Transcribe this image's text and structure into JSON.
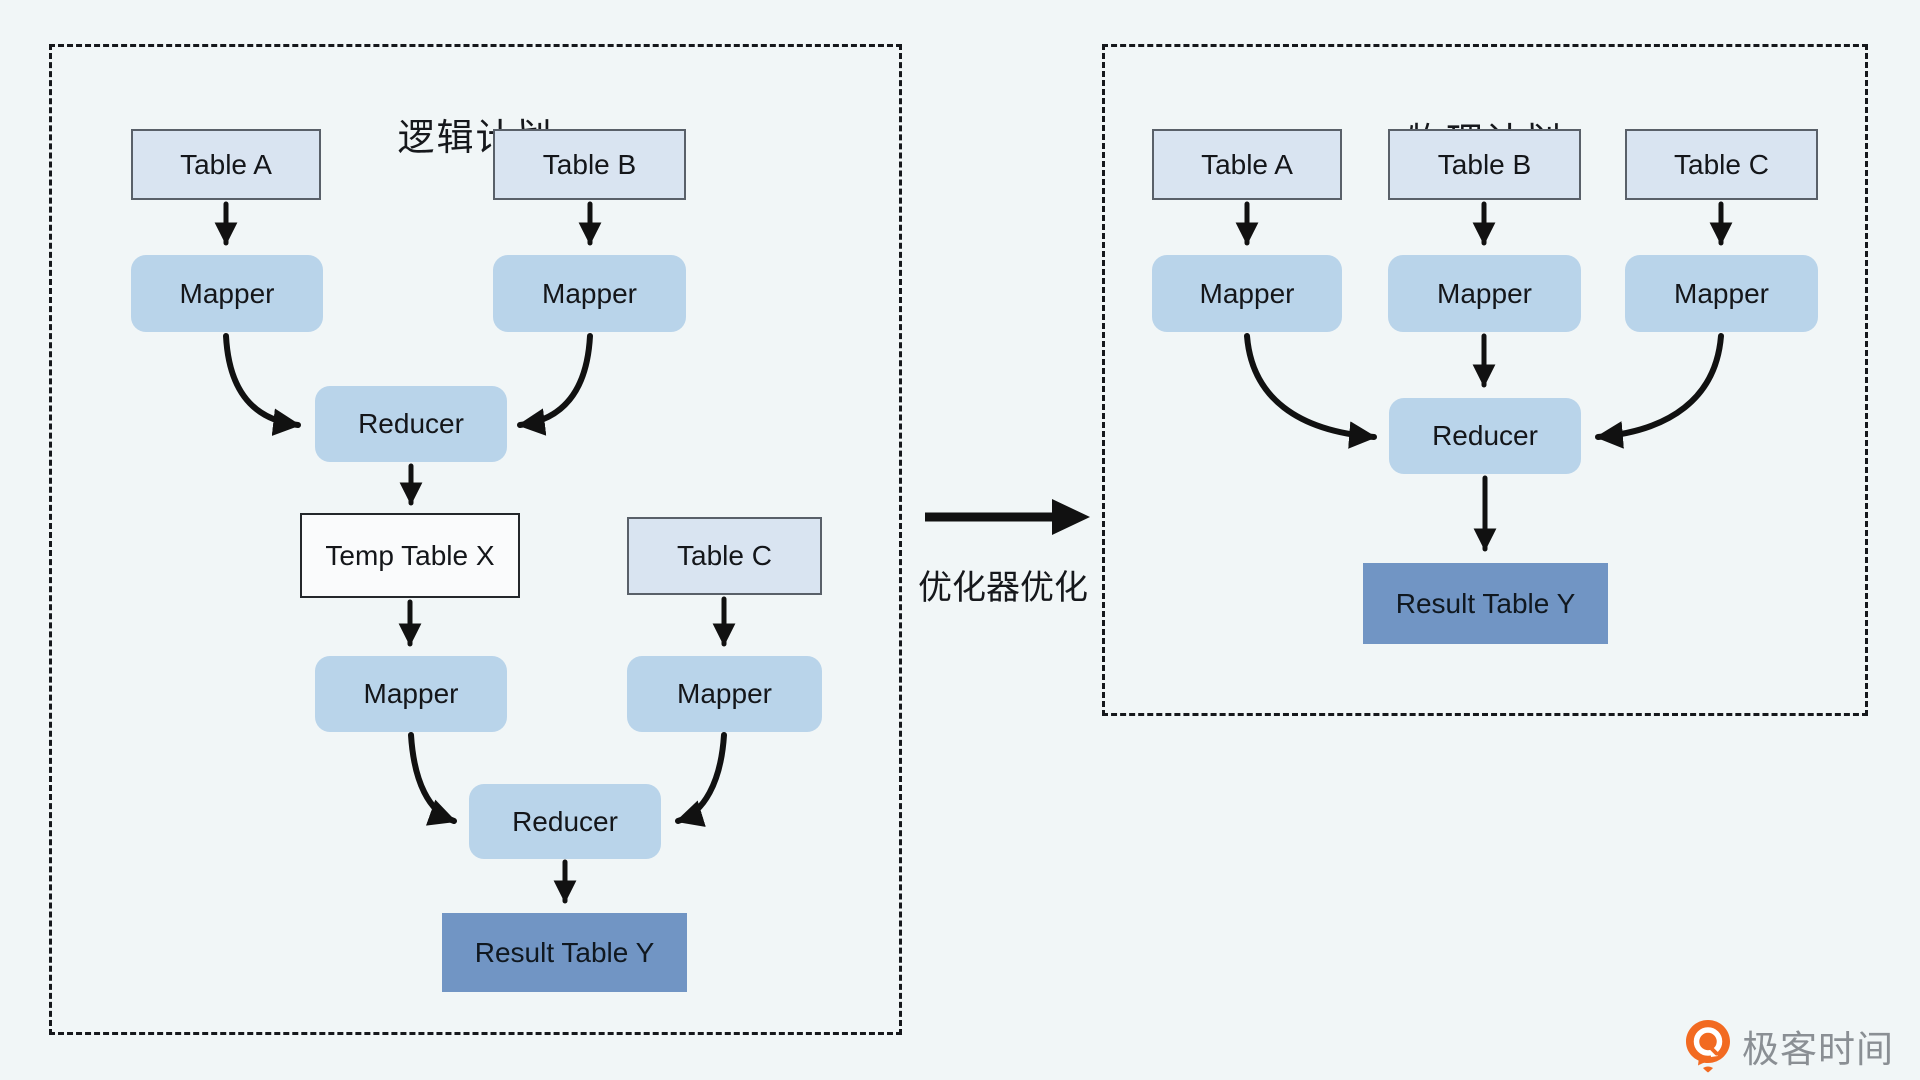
{
  "diagram": {
    "left_panel": {
      "title": "逻辑计划"
    },
    "right_panel": {
      "title": "物理计划"
    },
    "transform_label": "优化器优化",
    "nodes": [
      {
        "label": "Table A",
        "kind": "table",
        "panel": "logical"
      },
      {
        "label": "Table B",
        "kind": "table",
        "panel": "logical"
      },
      {
        "label": "Mapper",
        "kind": "operator",
        "panel": "logical"
      },
      {
        "label": "Mapper",
        "kind": "operator",
        "panel": "logical"
      },
      {
        "label": "Reducer",
        "kind": "operator",
        "panel": "logical"
      },
      {
        "label": "Temp Table X",
        "kind": "temp-table",
        "panel": "logical"
      },
      {
        "label": "Table C",
        "kind": "table",
        "panel": "logical"
      },
      {
        "label": "Mapper",
        "kind": "operator",
        "panel": "logical"
      },
      {
        "label": "Mapper",
        "kind": "operator",
        "panel": "logical"
      },
      {
        "label": "Reducer",
        "kind": "operator",
        "panel": "logical"
      },
      {
        "label": "Result Table Y",
        "kind": "result-table",
        "panel": "logical"
      },
      {
        "label": "Table A",
        "kind": "table",
        "panel": "physical"
      },
      {
        "label": "Table B",
        "kind": "table",
        "panel": "physical"
      },
      {
        "label": "Table C",
        "kind": "table",
        "panel": "physical"
      },
      {
        "label": "Mapper",
        "kind": "operator",
        "panel": "physical"
      },
      {
        "label": "Mapper",
        "kind": "operator",
        "panel": "physical"
      },
      {
        "label": "Mapper",
        "kind": "operator",
        "panel": "physical"
      },
      {
        "label": "Reducer",
        "kind": "operator",
        "panel": "physical"
      },
      {
        "label": "Result Table Y",
        "kind": "result-table",
        "panel": "physical"
      }
    ],
    "colors": {
      "background": "#f1f6f7",
      "table_fill": "#d9e4f1",
      "table_border": "#596069",
      "operator_fill": "#b9d4ea",
      "temp_table_fill": "#fafbfc",
      "result_fill": "#7195c4",
      "arrow": "#111111",
      "panel_border": "#16181c"
    }
  },
  "logo": {
    "text": "极客时间",
    "icon_color": "#f26a21"
  }
}
